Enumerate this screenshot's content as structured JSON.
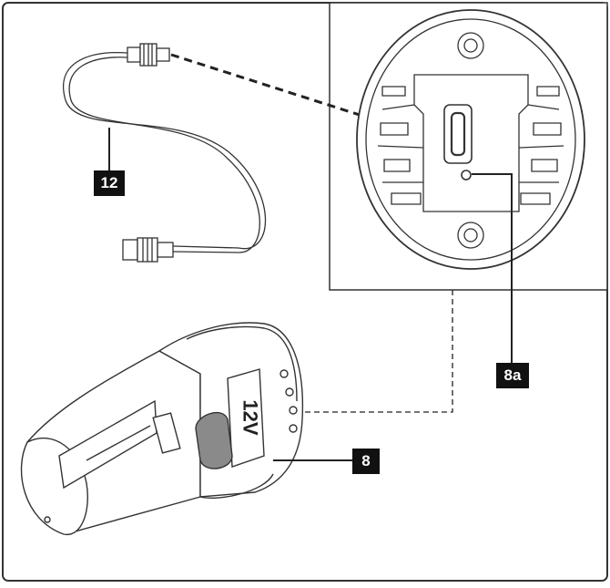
{
  "figure": {
    "callouts": {
      "cable": "12",
      "port": "8a",
      "battery": "8"
    },
    "battery_marking": "12V",
    "colors": {
      "line": "#222222",
      "outline": "#333333",
      "label_bg": "#111111",
      "label_text": "#ffffff",
      "button_fill": "#8a8a8a"
    }
  }
}
